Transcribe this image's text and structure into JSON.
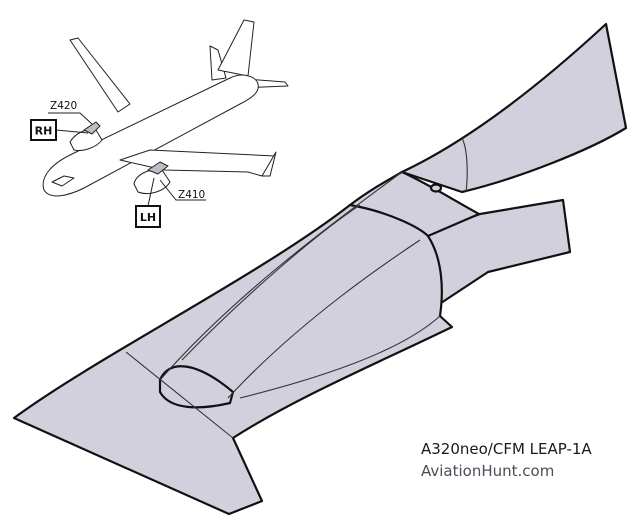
{
  "labels": {
    "zone_right": "Z420",
    "zone_left": "Z410",
    "side_right": "RH",
    "side_left": "LH"
  },
  "caption": {
    "model": "A320neo/CFM LEAP-1A",
    "site": "AviationHunt.com"
  },
  "colors": {
    "panel_fill": "#d3d0de",
    "aircraft_fill": "#ffffff",
    "aircraft_shade": "#bdbcc6",
    "outline": "#111111",
    "thin_line": "#333333",
    "site_text": "#4a4f57"
  }
}
